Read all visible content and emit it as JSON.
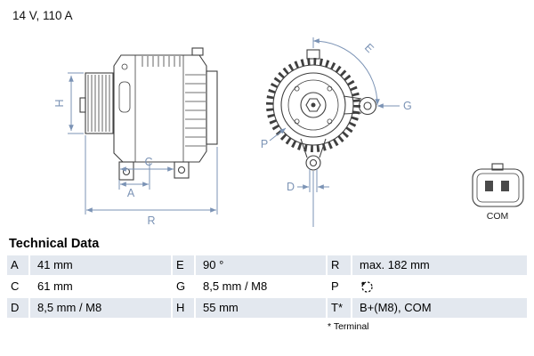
{
  "header": {
    "rating": "14 V, 110 A"
  },
  "diagram": {
    "dim_labels": {
      "A": "A",
      "C": "C",
      "D": "D",
      "E": "E",
      "G": "G",
      "H": "H",
      "P": "P",
      "R": "R"
    },
    "connector_label": "COM",
    "colors": {
      "dimension_blue": "#7b93b5",
      "drawing_line": "#3f3f3f",
      "table_row_shade": "#e3e8ef"
    }
  },
  "table": {
    "title": "Technical Data",
    "rows": [
      [
        {
          "key": "A",
          "value": "41 mm"
        },
        {
          "key": "E",
          "value": "90 °"
        },
        {
          "key": "R",
          "value": "max. 182 mm"
        }
      ],
      [
        {
          "key": "C",
          "value": "61 mm"
        },
        {
          "key": "G",
          "value": "8,5 mm / M8"
        },
        {
          "key": "P",
          "value": ""
        }
      ],
      [
        {
          "key": "D",
          "value": "8,5 mm / M8"
        },
        {
          "key": "H",
          "value": "55 mm"
        },
        {
          "key": "T*",
          "value": "B+(M8), COM"
        }
      ]
    ],
    "footnote": "* Terminal"
  }
}
